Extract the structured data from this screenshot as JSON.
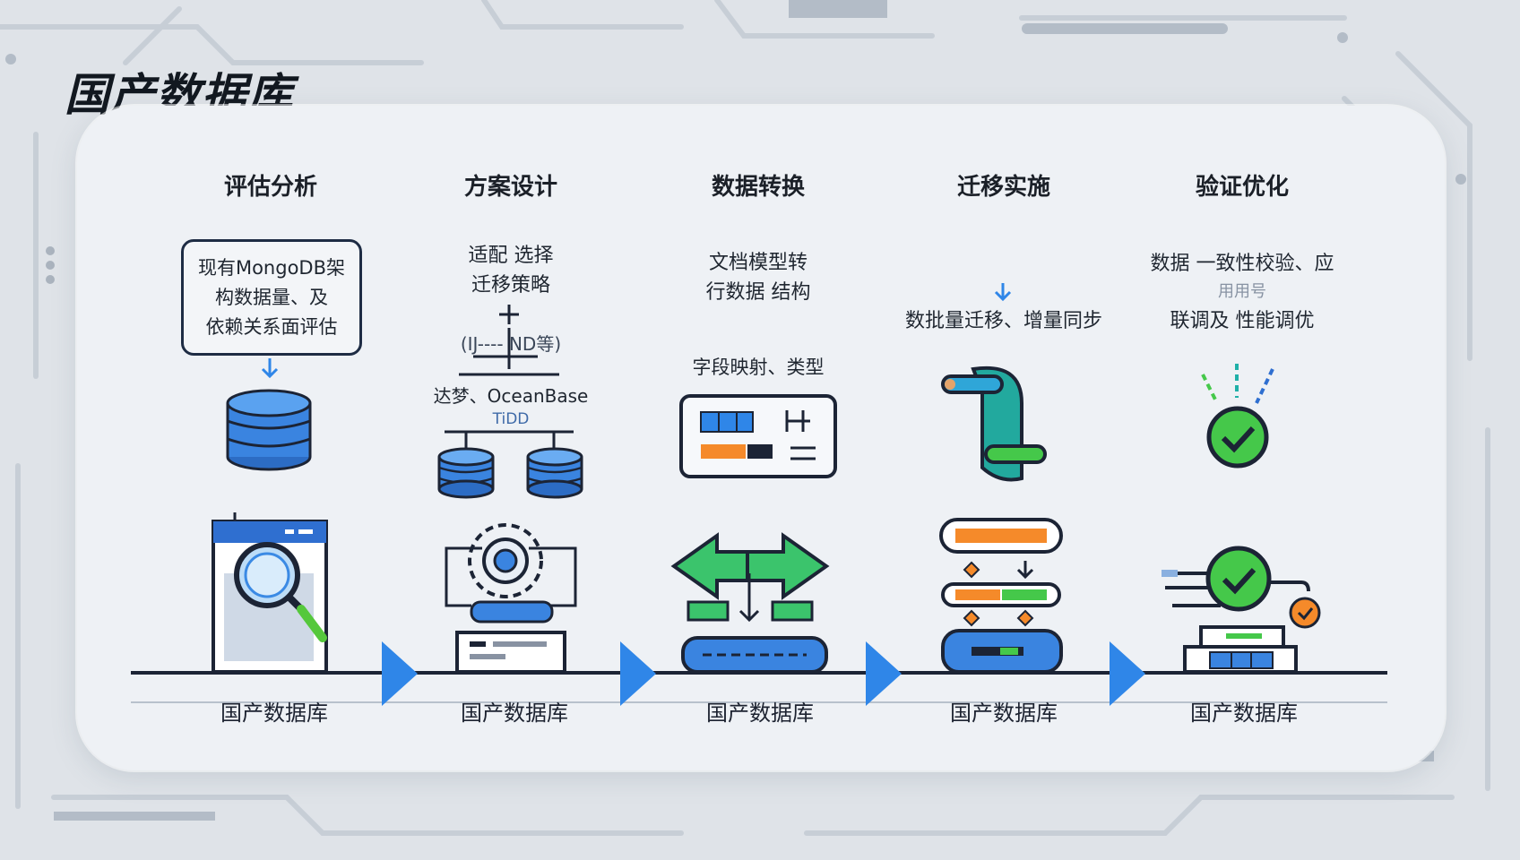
{
  "title": "国产数据库",
  "steps": [
    {
      "title": "评估分析",
      "desc_lines": [
        "现有MongoDB架",
        "构数据量、及",
        "依赖关系面评估"
      ],
      "bottom": "国产数据库"
    },
    {
      "title": "方案设计",
      "desc_lines": [
        "适配 选择",
        "迁移策略"
      ],
      "db_line": "(IJ---- ND等)",
      "db_names": "达梦、OceanBase",
      "db_sub": "TiDD",
      "bottom": "国产数据库"
    },
    {
      "title": "数据转换",
      "desc_lines": [
        "文档模型转",
        "行数据 结构"
      ],
      "sub_line": "字段映射、类型",
      "bottom": "国产数据库"
    },
    {
      "title": "迁移实施",
      "desc_lines": [
        "数批量迁移、增量同步"
      ],
      "bottom": "国产数据库"
    },
    {
      "title": "验证优化",
      "desc_lines": [
        "数据 一致性校验、应",
        "联调及 性能调优"
      ],
      "faint_line": "用用号",
      "bottom": "国产数据库"
    }
  ],
  "colors": {
    "accent_blue": "#2f86e8",
    "dark_navy": "#1c2435",
    "green": "#2fc64f",
    "orange": "#f58a2a",
    "teal": "#1fb0a8"
  }
}
